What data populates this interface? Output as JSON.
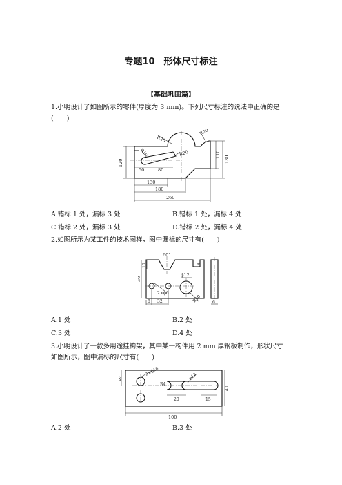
{
  "document": {
    "title": "专题10　形体尺寸标注",
    "section": "【基础巩固篇】"
  },
  "q1": {
    "text_line1": "1.小明设计了如图所示的零件(厚度为 3 mm)。下列尺寸标注的说法中正确的是",
    "text_line2": "(　　)",
    "figure_labels": {
      "r20_top": "R20",
      "r20_right": "R20",
      "r10": "R10",
      "r20_slot": "R20",
      "d50": "50",
      "d80": "80",
      "d120": "120",
      "d110": "110",
      "d130_right": "130",
      "d130_bottom": "130",
      "d180": "180",
      "d260": "260"
    },
    "options": {
      "a": "A.错标 1 处，漏标 3 处",
      "b": "B.错标 1 处，漏标 4 处",
      "c": "C.错标 2 处，漏标 3 处",
      "d": "D.错标 2 处，漏标 4 处"
    }
  },
  "q2": {
    "text": "2.如图所示为某工件的技术图样，图中漏标的尺寸有(　　)",
    "figure_labels": {
      "angle60": "60°",
      "d10": "10",
      "d8_top": "8",
      "d36": "36",
      "phi12": "ϕ12",
      "two_phi6": "2×ϕ6",
      "r10": "R10",
      "d8_bottom": "8",
      "d32": "32",
      "d6": "6"
    },
    "options": {
      "a": "A.1 处",
      "b": "B.2 处",
      "c": "C.3 处",
      "d": "D.4 处"
    }
  },
  "q3": {
    "text_line1": "3.小明设计了一款多用途挂钩架，其中某一构件用 2 mm 厚钢板制作，形状尺寸",
    "text_line2": "如图所示，图中漏标的尺寸有(　　)",
    "figure_labels": {
      "two_phi10": "2×ϕ10",
      "r4": "R4",
      "phi12": "ϕ12",
      "d20_left": "20",
      "d20_mid": "20",
      "d15": "15",
      "d40": "40",
      "d100": "100"
    },
    "options": {
      "a": "A.2 处",
      "b": "B.3 处"
    }
  }
}
